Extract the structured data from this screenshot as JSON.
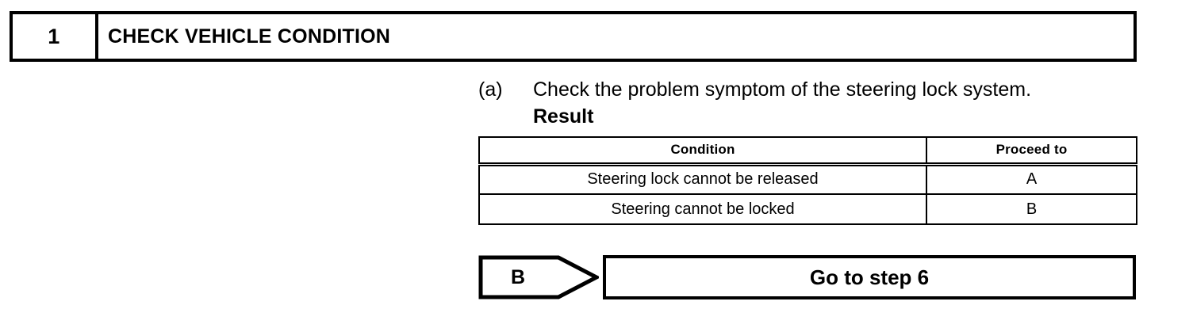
{
  "step_header": {
    "number": "1",
    "title": "CHECK VEHICLE CONDITION"
  },
  "procedure": {
    "marker": "(a)",
    "text": "Check the problem symptom of the steering lock system.",
    "subheading": "Result"
  },
  "result_table": {
    "columns": [
      "Condition",
      "Proceed to"
    ],
    "rows": [
      {
        "condition": "Steering lock cannot be released",
        "proceed_to": "A"
      },
      {
        "condition": "Steering cannot be locked",
        "proceed_to": "B"
      }
    ]
  },
  "jump": {
    "pennant_label": "B",
    "action": "Go to step 6"
  },
  "colors": {
    "ink": "#000000",
    "paper": "#ffffff"
  }
}
